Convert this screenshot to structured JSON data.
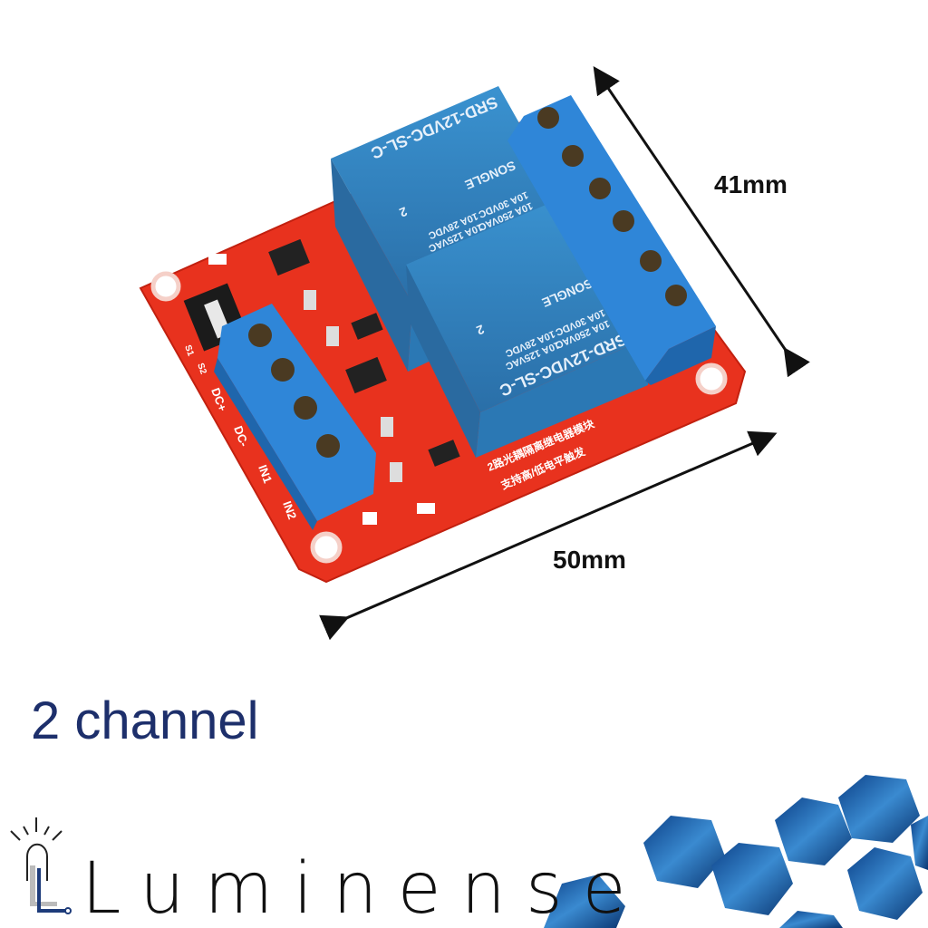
{
  "dimensions": {
    "height_label": "41mm",
    "width_label": "50mm"
  },
  "caption": "2 channel",
  "brand": {
    "name": "Luminense"
  },
  "relays": [
    {
      "model": "SRD-12VDC-SL-C",
      "ratings": [
        "10A 250VAC",
        "10A 30VDC",
        "10A 125VAC",
        "10A 28VDC"
      ],
      "maker": "SONGLE",
      "index": "2"
    },
    {
      "model": "SRD-12VDC-SL-C",
      "ratings": [
        "10A 250VAC",
        "10A 30VDC",
        "10A 125VAC",
        "10A 28VDC"
      ],
      "maker": "SONGLE",
      "index": "2"
    }
  ],
  "terminals": [
    "DC+",
    "DC-",
    "IN1",
    "IN2"
  ],
  "jumper_labels": [
    "S1",
    "S2"
  ],
  "board_text": [
    "2路光耦隔离继电器模块",
    "支持高/低电平触发"
  ],
  "colors": {
    "board": "#e8321e",
    "relay": "#2f86c4",
    "terminal": "#2f86d8",
    "caption": "#1d2f6b",
    "hex": "#1a5fa8"
  }
}
